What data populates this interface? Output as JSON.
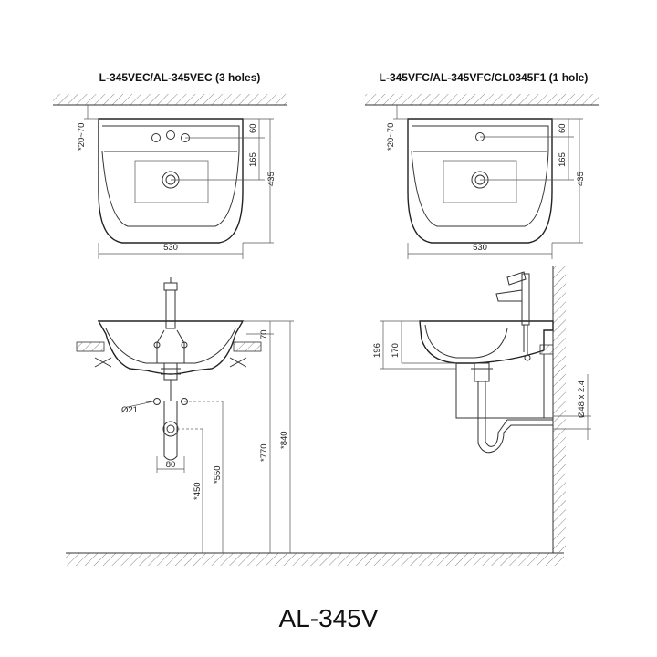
{
  "titles": {
    "left": "L-345VEC/AL-345VEC (3 holes)",
    "right": "L-345VFC/AL-345VFC/CL0345F1 (1 hole)"
  },
  "model": "AL-345V",
  "top_views": {
    "left": {
      "gap": "*20~70",
      "d60": "60",
      "d165": "165",
      "d435": "435",
      "width": "530"
    },
    "right": {
      "gap": "*20~70",
      "d60": "60",
      "d165": "165",
      "d435": "435",
      "width": "530"
    }
  },
  "front_view": {
    "d70": "70",
    "d770": "*770",
    "d840": "*840",
    "d550": "*550",
    "d450": "*450",
    "diameter": "Ø21",
    "spacing": "80"
  },
  "side_view": {
    "d196": "196",
    "d170": "170",
    "pipe": "Ø48 x 2.4"
  }
}
